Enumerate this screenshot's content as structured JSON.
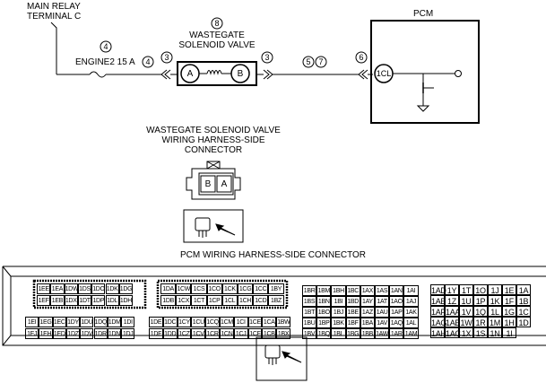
{
  "labels": {
    "main_relay_line1": "MAIN RELAY",
    "main_relay_line2": "TERMINAL C",
    "fuse": "ENGINE2 15 A",
    "wastegate_line1": "WASTEGATE",
    "wastegate_line2": "SOLENOID VALVE",
    "pcm": "PCM",
    "valve_term_a": "A",
    "valve_term_b": "B",
    "pcm_term": "1CL",
    "ws_connector_line1": "WASTEGATE SOLENOID VALVE",
    "ws_connector_line2": "WIRING HARNESS-SIDE",
    "ws_connector_line3": "CONNECTOR",
    "pcm_connector_title": "PCM WIRING HARNESS-SIDE CONNECTOR"
  },
  "circled_numbers": {
    "n_fuse_top": "4",
    "n_fuse_right": "4",
    "n_valve_top": "8",
    "n_valve_left": "3",
    "n_valve_right": "3",
    "n_wire_a": "5",
    "n_wire_b": "7",
    "n_pcm": "6"
  },
  "ws_connector_pins": [
    "B",
    "A"
  ],
  "pcm_connector": {
    "block1": [
      [
        "1EE",
        "1EA",
        "1DW",
        "1DS",
        "1DO",
        "1DK",
        "1DG"
      ],
      [
        "1EF",
        "1EB",
        "1DX",
        "1DT",
        "1DP",
        "1DL",
        "1DH"
      ],
      [
        "1EI",
        "1EG",
        "1EC",
        "1DY",
        "1DU",
        "1DQ",
        "1DM",
        "1DI"
      ],
      [
        "1EJ",
        "1EH",
        "1ED",
        "1DZ",
        "1DV",
        "1DR",
        "1DN",
        "1DJ"
      ]
    ],
    "block2": [
      [
        "1DA",
        "1CW",
        "1CS",
        "1CO",
        "1CK",
        "1CG",
        "1CC",
        "1BY"
      ],
      [
        "1DB",
        "1CX",
        "1CT",
        "1CP",
        "1CL",
        "1CH",
        "1CD",
        "1BZ"
      ],
      [
        "1DE",
        "1DC",
        "1CY",
        "1CU",
        "1CQ",
        "1CM",
        "1CI",
        "1CE",
        "1CA",
        "1BW"
      ],
      [
        "1DF",
        "1DD",
        "1CZ",
        "1CV",
        "1CR",
        "1CN",
        "1CJ",
        "1CF",
        "1CB",
        "1BX"
      ]
    ],
    "block3": [
      [
        "1BR",
        "1BM",
        "1BH",
        "1BC",
        "1AX",
        "1AS",
        "1AN",
        "1AI"
      ],
      [
        "1BS",
        "1BN",
        "1BI",
        "1BD",
        "1AY",
        "1AT",
        "1AO",
        "1AJ"
      ],
      [
        "1BT",
        "1BO",
        "1BJ",
        "1BE",
        "1AZ",
        "1AU",
        "1AP",
        "1AK"
      ],
      [
        "1BU",
        "1BP",
        "1BK",
        "1BF",
        "1BA",
        "1AV",
        "1AQ",
        "1AL"
      ],
      [
        "1BV",
        "1BQ",
        "1BL",
        "1BG",
        "1BB",
        "1AW",
        "1AR",
        "1AM"
      ]
    ],
    "block4": [
      [
        "1AD",
        "1Y",
        "1T",
        "1O",
        "1J",
        "1E",
        "1A"
      ],
      [
        "1AE",
        "1Z",
        "1U",
        "1P",
        "1K",
        "1F",
        "1B"
      ],
      [
        "1AF",
        "1AA",
        "1V",
        "1Q",
        "1L",
        "1G",
        "1C"
      ],
      [
        "1AG",
        "1AB",
        "1W",
        "1R",
        "1M",
        "1H",
        "1D"
      ],
      [
        "1AH",
        "1AC",
        "1X",
        "1S",
        "1N",
        "1I"
      ]
    ]
  }
}
